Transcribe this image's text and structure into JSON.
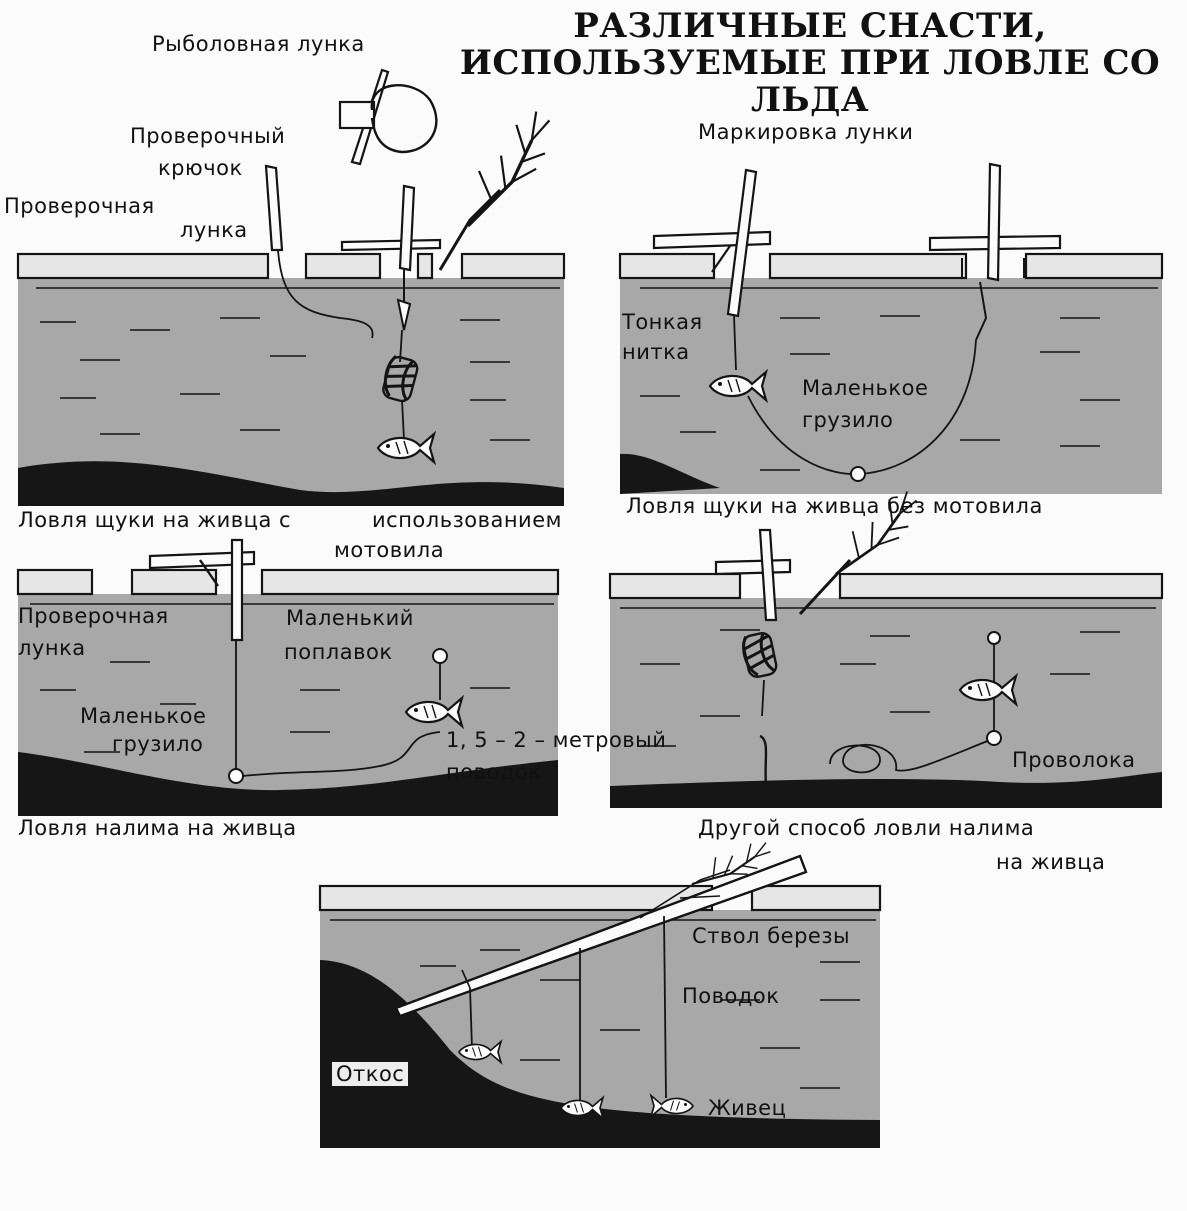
{
  "title": {
    "line1": "РАЗЛИЧНЫЕ СНАСТИ,",
    "line2": "ИСПОЛЬЗУЕМЫЕ ПРИ ЛОВЛЕ СО ЛЬДА"
  },
  "panel1": {
    "fishing_hole": "Рыболовная лунка",
    "check_hook_1": "Проверочный",
    "check_hook_2": "крючок",
    "check_hole_1": "Проверочная",
    "check_hole_2": "лунка",
    "caption_1": "Ловля щуки на живца с",
    "caption_2": "использованием",
    "caption_3": "мотовила"
  },
  "panel2": {
    "hole_marking": "Маркировка лунки",
    "thin_thread_1": "Тонкая",
    "thin_thread_2": "нитка",
    "small_sinker_1": "Маленькое",
    "small_sinker_2": "грузило",
    "caption": "Ловля щуки на живца без мотовила"
  },
  "panel3": {
    "check_hole_1": "Проверочная",
    "check_hole_2": "лунка",
    "small_float_1": "Маленький",
    "small_float_2": "поплавок",
    "small_sinker_1": "Маленькое",
    "small_sinker_2": "грузило",
    "leader_1": "1, 5 – 2 – метровый",
    "leader_2": "поводок",
    "caption": "Ловля налима на живца"
  },
  "panel4": {
    "wire": "Проволока",
    "caption_1": "Другой способ ловли налима",
    "caption_2": "на живца"
  },
  "panel5": {
    "birch_trunk": "Ствол березы",
    "leader": "Поводок",
    "slope": "Откос",
    "live_bait": "Живец"
  },
  "colors": {
    "water": "#a8a8a8",
    "ice": "#e6e6e6",
    "bottom": "#161616",
    "ink": "#141414",
    "paper": "#fbfbfb"
  }
}
